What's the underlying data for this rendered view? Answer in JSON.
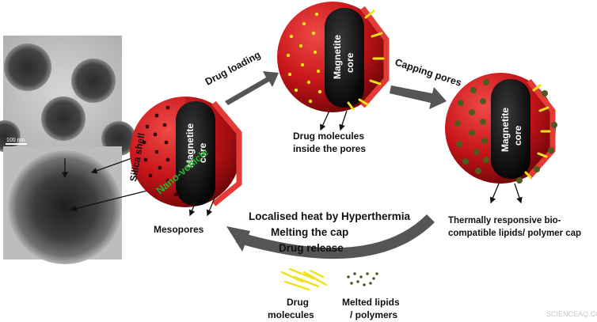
{
  "tem_image": {
    "scale_bar": "100 nm"
  },
  "labels": {
    "silica_shell": "Silica shell",
    "nano_vehicle": "Nano-vehicle",
    "mesopores": "Mesopores",
    "drug_loading": "Drug loading",
    "capping_pores": "Capping pores",
    "drug_molecules_inside": [
      "Drug molecules",
      "inside the pores"
    ],
    "thermally_responsive": [
      "Thermally responsive bio-",
      "compatible lipids/ polymer cap"
    ],
    "release_steps": [
      "Localised heat by Hyperthermia",
      "Melting the cap",
      "Drug release"
    ],
    "legend_drug": [
      "Drug",
      "molecules"
    ],
    "legend_lipids": [
      "Melted lipids",
      "/ polymers"
    ],
    "watermark": "SCIENCEAQ.COM"
  },
  "spheres": [
    {
      "name": "nano-vehicle-sphere",
      "core_label": [
        "Magnetite",
        "core"
      ]
    },
    {
      "name": "loaded-sphere",
      "core_label": [
        "Magnetite",
        "core"
      ]
    },
    {
      "name": "capped-sphere",
      "core_label": [
        "Magnetite",
        "core"
      ]
    }
  ],
  "colors": {
    "shell_red": "#c8161b",
    "core_black": "#111111",
    "drug_yellow": "#f2e21c",
    "lipid_olive": "#4f5a1e",
    "arrow_gray": "#555555",
    "nano_vehicle_green": "#27b52a"
  }
}
